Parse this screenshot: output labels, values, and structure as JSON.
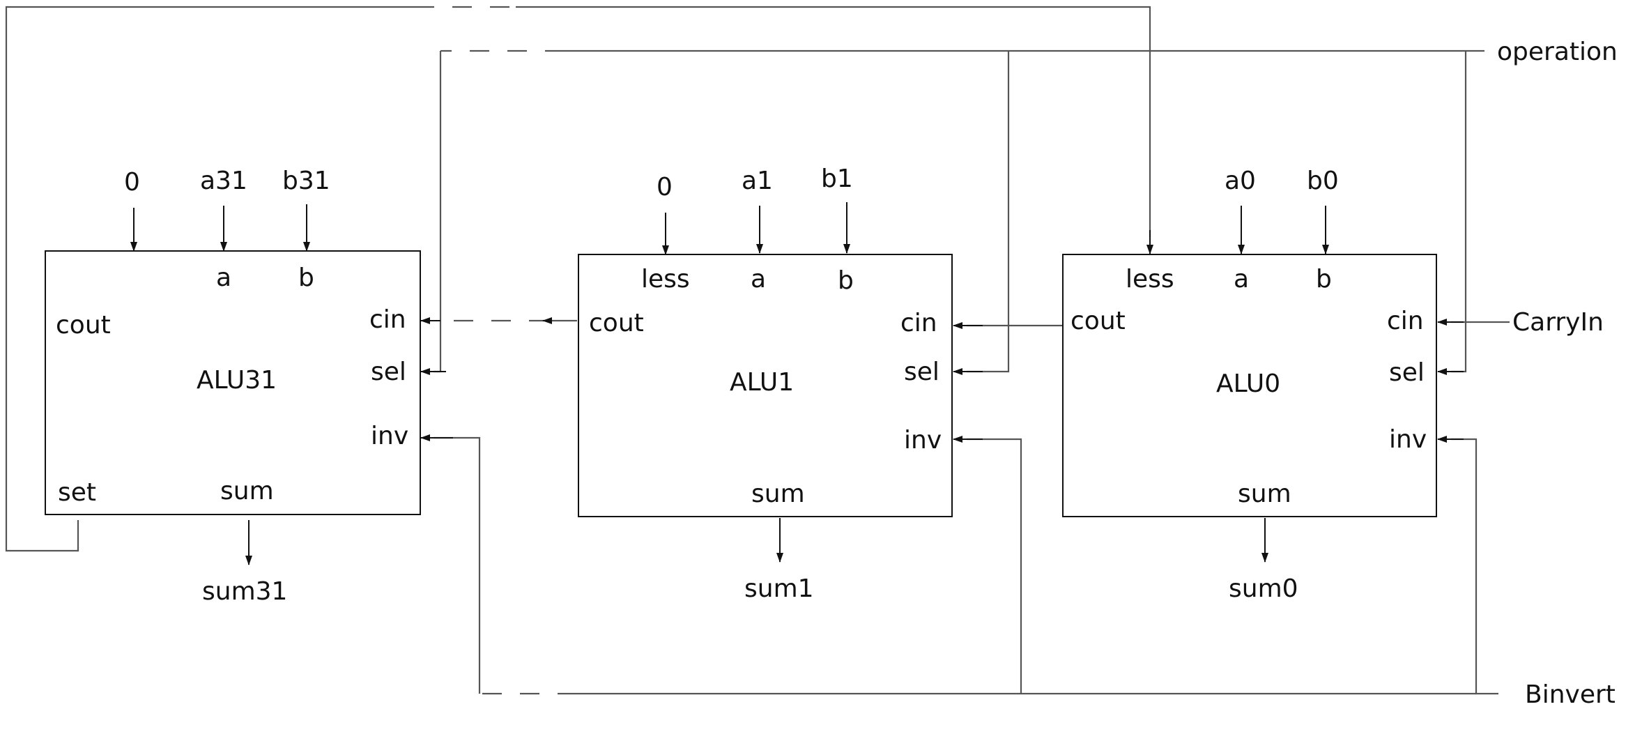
{
  "diagram": {
    "alu31": {
      "name": "ALU31",
      "inputs": {
        "less": "0",
        "a": "a31",
        "b": "b31"
      },
      "ports": {
        "a": "a",
        "b": "b",
        "cout": "cout",
        "cin": "cin",
        "sel": "sel",
        "inv": "inv",
        "set": "set",
        "sum": "sum"
      },
      "output": "sum31"
    },
    "alu1": {
      "name": "ALU1",
      "inputs": {
        "less": "0",
        "a": "a1",
        "b": "b1"
      },
      "ports": {
        "less": "less",
        "a": "a",
        "b": "b",
        "cout": "cout",
        "cin": "cin",
        "sel": "sel",
        "inv": "inv",
        "sum": "sum"
      },
      "output": "sum1"
    },
    "alu0": {
      "name": "ALU0",
      "inputs": {
        "a": "a0",
        "b": "b0"
      },
      "ports": {
        "less": "less",
        "a": "a",
        "b": "b",
        "cout": "cout",
        "cin": "cin",
        "sel": "sel",
        "inv": "inv",
        "sum": "sum"
      },
      "output": "sum0"
    },
    "signals": {
      "operation": "operation",
      "carry_in": "CarryIn",
      "binvert": "Binvert"
    },
    "colors": {
      "wire": "#555555",
      "stroke": "#111111",
      "background": "#ffffff"
    }
  }
}
